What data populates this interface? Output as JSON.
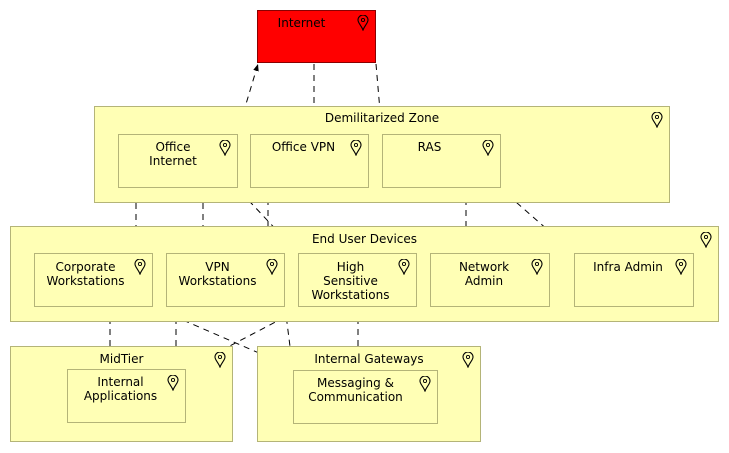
{
  "nodes": {
    "internet": "Internet",
    "dmz": "Demilitarized Zone",
    "office_internet": "Office\nInternet",
    "office_vpn": "Office VPN",
    "ras": "RAS",
    "end_user_devices": "End User Devices",
    "corporate_workstations": "Corporate\nWorkstations",
    "vpn_workstations": "VPN\nWorkstations",
    "high_sensitive_workstations": "High\nSensitive\nWorkstations",
    "network_admin": "Network\nAdmin",
    "infra_admin": "Infra Admin",
    "midtier": "MidTier",
    "internal_applications": "Internal\nApplications",
    "internal_gateways": "Internal Gateways",
    "messaging_communication": "Messaging &\nCommunication"
  },
  "icons": {
    "location": "location-pin-icon"
  },
  "colors": {
    "internet": "#ff0000",
    "node_fill": "#ffffb5",
    "node_border": "#b4b478"
  },
  "edges": [
    {
      "from": "Office Internet",
      "to": "Internet"
    },
    {
      "from": "Internet",
      "to": "Office VPN"
    },
    {
      "from": "Internet",
      "to": "RAS"
    },
    {
      "from": "Corporate Workstations",
      "to": "Office Internet"
    },
    {
      "from": "VPN Workstations",
      "to": "Office Internet"
    },
    {
      "from": "High Sensitive Workstations",
      "to": "Office Internet"
    },
    {
      "from": "Office VPN",
      "to": "VPN Workstations"
    },
    {
      "from": "RAS",
      "to": "Network Admin"
    },
    {
      "from": "RAS",
      "to": "Infra Admin"
    },
    {
      "from": "Corporate Workstations",
      "to": "Internal Applications"
    },
    {
      "from": "Corporate Workstations",
      "to": "Messaging & Communication"
    },
    {
      "from": "VPN Workstations",
      "to": "Internal Applications"
    },
    {
      "from": "VPN Workstations",
      "to": "Messaging & Communication"
    },
    {
      "from": "High Sensitive Workstations",
      "to": "Internal Applications"
    },
    {
      "from": "High Sensitive Workstations",
      "to": "Messaging & Communication"
    }
  ]
}
